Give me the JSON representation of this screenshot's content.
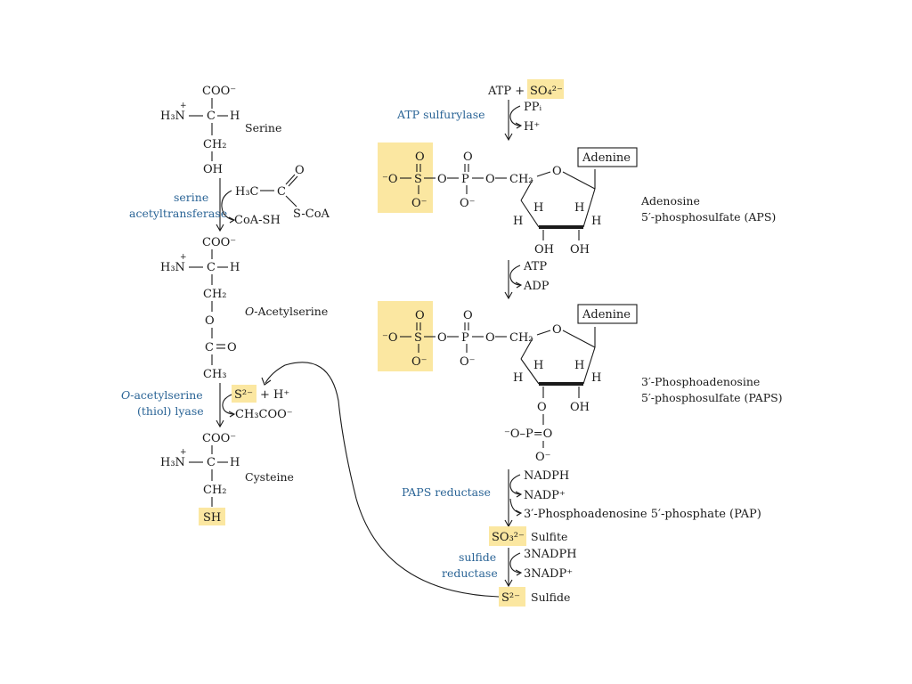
{
  "left": {
    "serine": {
      "coo": "COO⁻",
      "h3n": "H₃N",
      "plus": "+",
      "c": "C",
      "h": "H",
      "ch2": "CH₂",
      "oh": "OH",
      "name": "Serine"
    },
    "enzyme1": {
      "line1": "serine",
      "line2": "acetyltransferase"
    },
    "acetylcoa": {
      "h3c": "H₃C",
      "c": "C",
      "o": "O",
      "scoa": "S-CoA",
      "coash": "CoA-SH"
    },
    "oacetylserine": {
      "coo": "COO⁻",
      "h3n": "H₃N",
      "plus": "+",
      "c": "C",
      "h": "H",
      "ch2": "CH₂",
      "o": "O",
      "c2": "C",
      "eq": "O",
      "ch3": "CH₃",
      "name_italic": "O",
      "name_rest": "-Acetylserine"
    },
    "enzyme2": {
      "line1_italic": "O",
      "line1_rest": "-acetylserine",
      "line2": "(thiol) lyase"
    },
    "lyase_in": {
      "s2": "S²⁻",
      "rest": "+ H⁺"
    },
    "lyase_out": "CH₃COO⁻",
    "cysteine": {
      "coo": "COO⁻",
      "h3n": "H₃N",
      "plus": "+",
      "c": "C",
      "h": "H",
      "ch2": "CH₂",
      "sh": "SH",
      "name": "Cysteine"
    }
  },
  "right": {
    "step1": {
      "atp": "ATP +",
      "so4": "SO₄²⁻",
      "enzyme": "ATP sulfurylase",
      "ppi": "PPᵢ",
      "hplus": "H⁺"
    },
    "aps": {
      "adenine": "Adenine",
      "name1": "Adenosine",
      "name2": "5′-phosphosulfate (APS)",
      "o_minus": "⁻O",
      "s": "S",
      "o": "O",
      "p": "P",
      "ch2": "CH₂",
      "h": "H",
      "oh": "OH",
      "o_single": "O⁻"
    },
    "step2": {
      "atp": "ATP",
      "adp": "ADP"
    },
    "paps": {
      "adenine": "Adenine",
      "name1": "3′-Phosphoadenosine",
      "name2": "5′-phosphosulfate (PAPS)",
      "phos": "⁻O–P=O",
      "phos_o": "O⁻"
    },
    "step3": {
      "enzyme": "PAPS reductase",
      "nadph": "NADPH",
      "nadp": "NADP⁺",
      "pap": "3′-Phosphoadenosine 5′-phosphate (PAP)"
    },
    "sulfite": {
      "formula": "SO₃²⁻",
      "name": "Sulfite"
    },
    "step4": {
      "enzyme1": "sulfide",
      "enzyme2": "reductase",
      "nadph": "3NADPH",
      "nadp": "3NADP⁺"
    },
    "sulfide": {
      "formula": "S²⁻",
      "name": "Sulfide"
    }
  }
}
